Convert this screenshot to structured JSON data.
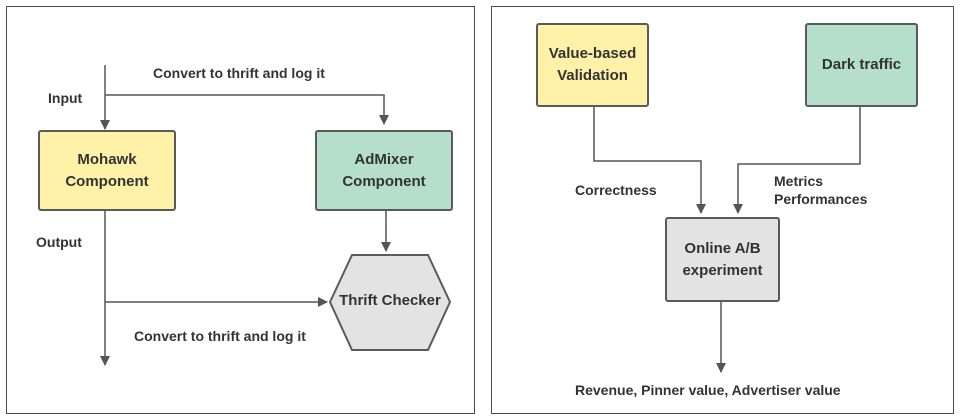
{
  "left_diagram": {
    "input_label": "Input",
    "output_label": "Output",
    "top_edge_label": "Convert to thrift and log it",
    "bottom_edge_label": "Convert to thrift and log it",
    "mohawk": "Mohawk\nComponent",
    "admixer": "AdMixer\nComponent",
    "thrift_checker": "Thrift Checker"
  },
  "right_diagram": {
    "value_validation": "Value-based\nValidation",
    "dark_traffic": "Dark traffic",
    "correctness_label": "Correctness",
    "metrics_label": "Metrics\nPerformances",
    "ab_experiment": "Online A/B\nexperiment",
    "outcome_label": "Revenue, Pinner value, Advertiser value"
  },
  "colors": {
    "yellow": "#fff1a8",
    "green": "#b5dfcb",
    "gray": "#e3e3e3",
    "line": "#555555"
  }
}
